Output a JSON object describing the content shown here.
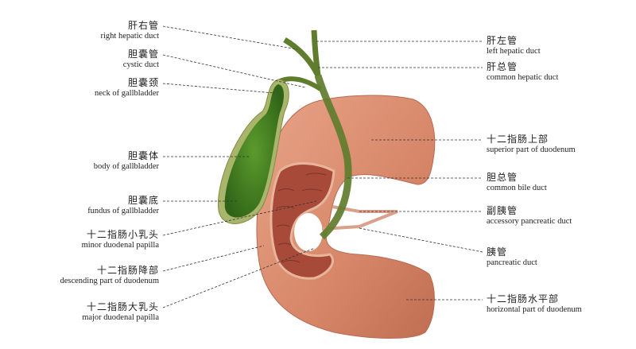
{
  "labels_left": [
    {
      "zh": "肝右管",
      "en": "right hepatic duct"
    },
    {
      "zh": "胆囊管",
      "en": "cystic duct"
    },
    {
      "zh": "胆囊颈",
      "en": "neck of gallbladder"
    },
    {
      "zh": "胆囊体",
      "en": "body of gallbladder"
    },
    {
      "zh": "胆囊底",
      "en": "fundus of gallbladder"
    },
    {
      "zh": "十二指肠小乳头",
      "en": "minor duodenal papilla"
    },
    {
      "zh": "十二指肠降部",
      "en": "descending part of duodenum"
    },
    {
      "zh": "十二指肠大乳头",
      "en": "major duodenal papilla"
    }
  ],
  "labels_right": [
    {
      "zh": "肝左管",
      "en": "left hepatic duct"
    },
    {
      "zh": "肝总管",
      "en": "common hepatic duct"
    },
    {
      "zh": "十二指肠上部",
      "en": "superior part of duodenum"
    },
    {
      "zh": "胆总管",
      "en": "common bile duct"
    },
    {
      "zh": "副胰管",
      "en": "accessory pancreatic duct"
    },
    {
      "zh": "胰管",
      "en": "pancreatic duct"
    },
    {
      "zh": "十二指肠水平部",
      "en": "horizontal part of duodenum"
    }
  ],
  "colors": {
    "duodenum": "#d9876a",
    "mucosa": "#a84a3a",
    "bile": "#5f7d2c",
    "gallbladder": "#3f7a1f",
    "pancreatic_duct": "#d9a08c"
  }
}
